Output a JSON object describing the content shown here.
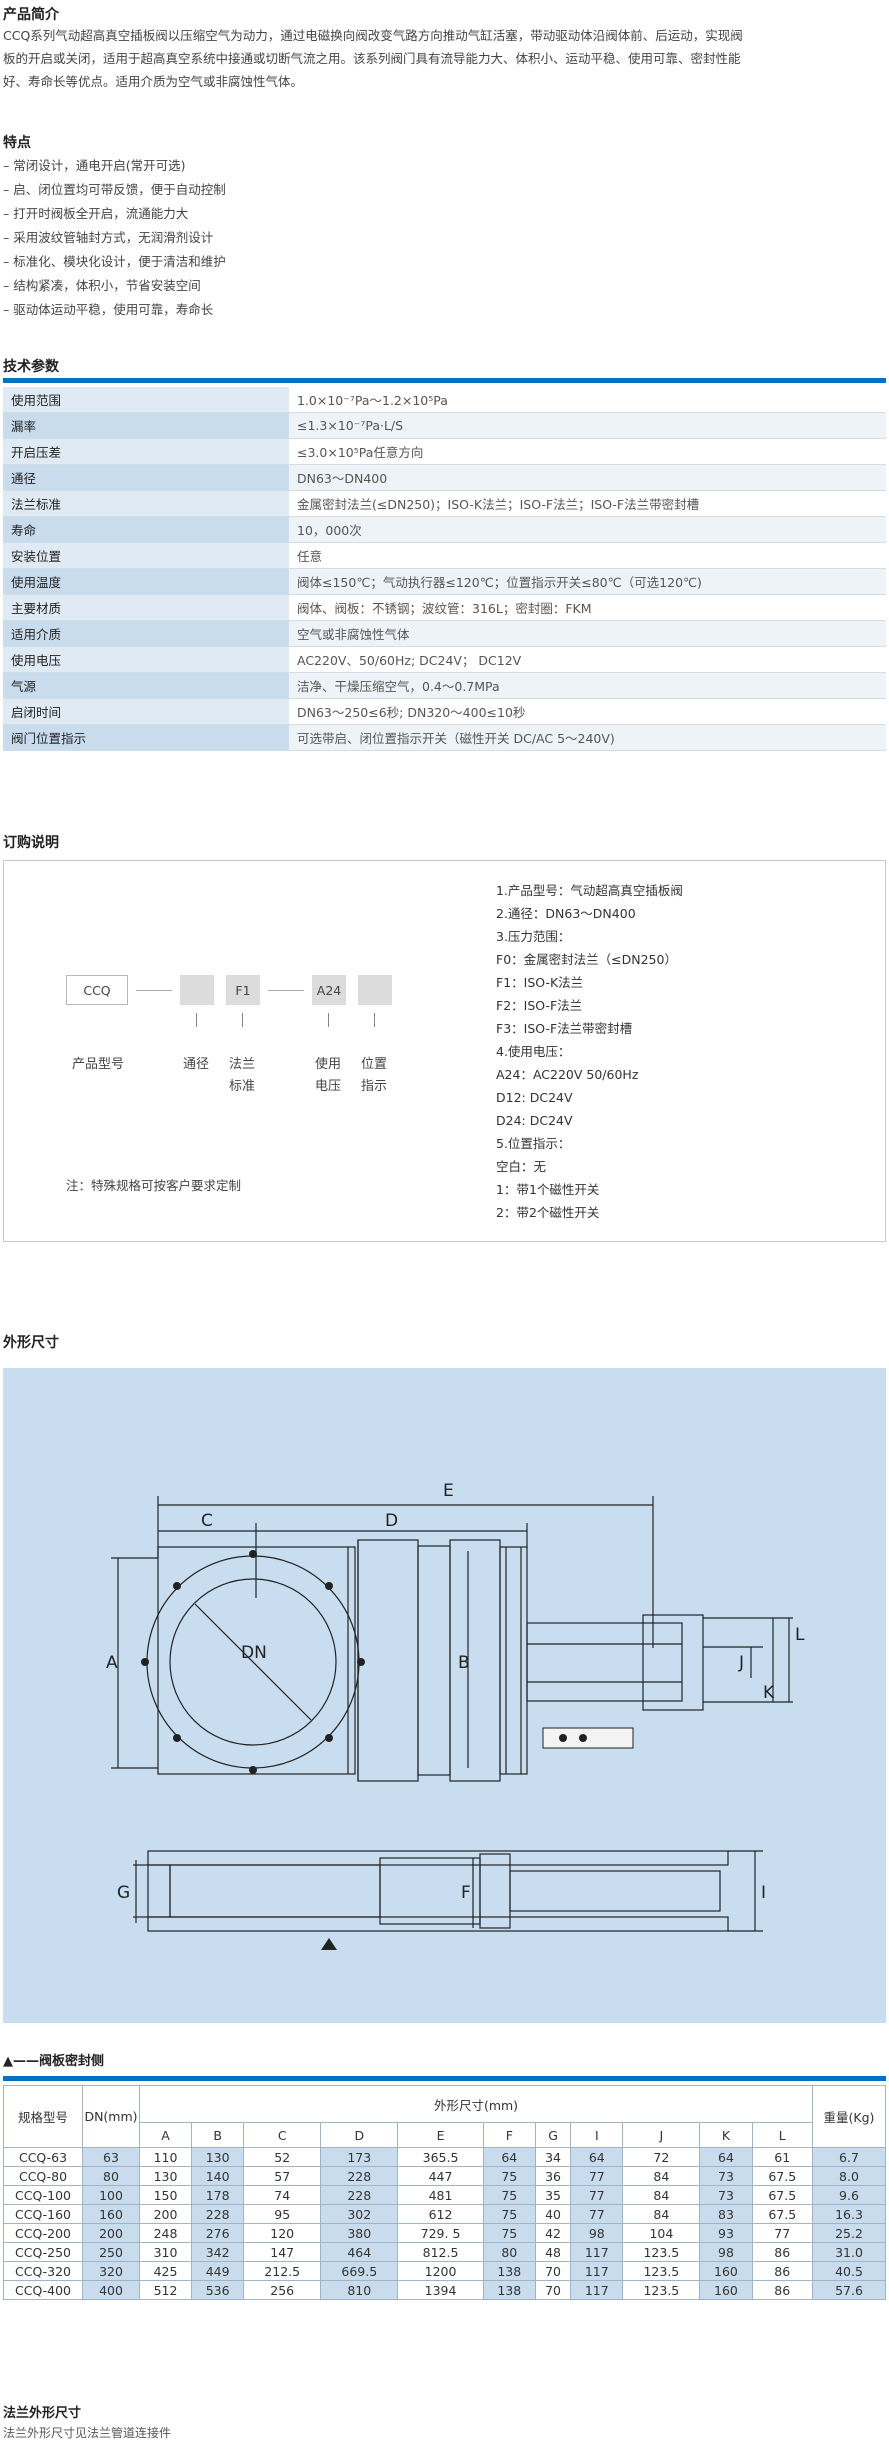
{
  "intro": {
    "title": "产品简介",
    "lines": [
      "CCQ系列气动超高真空插板阀以压缩空气为动力，通过电磁换向阀改变气路方向推动气缸活塞，带动驱动体沿阀体前、后运动，实现阀",
      "板的开启或关闭，适用于超高真空系统中接通或切断气流之用。该系列阀门具有流导能力大、体积小、运动平稳、使用可靠、密封性能",
      "好、寿命长等优点。适用介质为空气或非腐蚀性气体。"
    ]
  },
  "features": {
    "title": "特点",
    "items": [
      "常闭设计，通电开启(常开可选)",
      "启、闭位置均可带反馈，便于自动控制",
      "打开时阀板全开启，流通能力大",
      "采用波纹管轴封方式，无润滑剂设计",
      "标准化、模块化设计，便于清洁和维护",
      "结构紧凑，体积小，节省安装空间",
      "驱动体运动平稳，使用可靠，寿命长"
    ]
  },
  "specs": {
    "title": "技术参数",
    "rows": [
      {
        "k": "使用范围",
        "v": "1.0×10⁻⁷Pa～1.2×10⁵Pa"
      },
      {
        "k": "漏率",
        "v": "≤1.3×10⁻⁷Pa·L/S"
      },
      {
        "k": "开启压差",
        "v": "≤3.0×10⁵Pa任意方向"
      },
      {
        "k": "通径",
        "v": "DN63～DN400"
      },
      {
        "k": "法兰标准",
        "v": "金属密封法兰(≤DN250)；ISO-K法兰；ISO-F法兰；ISO-F法兰带密封槽"
      },
      {
        "k": "寿命",
        "v": "10，000次"
      },
      {
        "k": "安装位置",
        "v": "任意"
      },
      {
        "k": "使用温度",
        "v": "阀体≤150℃；气动执行器≤120℃；位置指示开关≤80℃（可选120℃)"
      },
      {
        "k": "主要材质",
        "v": "阀体、阀板：不锈钢；波纹管：316L；密封圈：FKM"
      },
      {
        "k": "适用介质",
        "v": "空气或非腐蚀性气体"
      },
      {
        "k": "使用电压",
        "v": "AC220V、50/60Hz; DC24V；  DC12V"
      },
      {
        "k": "气源",
        "v": "洁净、干燥压缩空气，0.4～0.7MPa"
      },
      {
        "k": "启闭时间",
        "v": "DN63～250≤6秒; DN320～400≤10秒"
      },
      {
        "k": "阀门位置指示",
        "v": "可选带启、闭位置指示开关（磁性开关 DC/AC 5～240V)"
      }
    ]
  },
  "order": {
    "title": "订购说明",
    "codes": {
      "c1": "CCQ",
      "c2": "",
      "c3": "F1",
      "c4": "A24",
      "c5": ""
    },
    "labels": {
      "l1": "产品型号",
      "l2": "通径",
      "l3a": "法兰",
      "l3b": "标准",
      "l4a": "使用",
      "l4b": "电压",
      "l5a": "位置",
      "l5b": "指示"
    },
    "note": "注：特殊规格可按客户要求定制",
    "list": [
      "1.产品型号：气动超高真空插板阀",
      "2.通径：DN63～DN400",
      "3.压力范围：",
      "F0：金属密封法兰（≤DN250）",
      "F1：ISO-K法兰",
      "F2：ISO-F法兰",
      "F3：ISO-F法兰带密封槽",
      "4.使用电压：",
      "A24：AC220V 50/60Hz",
      "D12: DC24V",
      "D24: DC24V",
      "5.位置指示：",
      "空白：无",
      "1：带1个磁性开关",
      "2：带2个磁性开关"
    ]
  },
  "drawing": {
    "title": "外形尺寸",
    "labels": {
      "E": "E",
      "C": "C",
      "D": "D",
      "A": "A",
      "B": "B",
      "DN": "DN",
      "J": "J",
      "L": "L",
      "K": "K",
      "G": "G",
      "F": "F",
      "I": "I"
    }
  },
  "seal": {
    "title": "——阀板密封侧",
    "mark": "▲"
  },
  "dims": {
    "h_model": "规格型号",
    "h_dn": "DN(mm)",
    "h_size": "外形尺寸(mm)",
    "h_weight": "重量(Kg)",
    "cols": [
      "A",
      "B",
      "C",
      "D",
      "E",
      "F",
      "G",
      "I",
      "J",
      "K",
      "L"
    ],
    "rows": [
      [
        "CCQ-63",
        "63",
        "110",
        "130",
        "52",
        "173",
        "365.5",
        "64",
        "34",
        "64",
        "72",
        "64",
        "61",
        "6.7"
      ],
      [
        "CCQ-80",
        "80",
        "130",
        "140",
        "57",
        "228",
        "447",
        "75",
        "36",
        "77",
        "84",
        "73",
        "67.5",
        "8.0"
      ],
      [
        "CCQ-100",
        "100",
        "150",
        "178",
        "74",
        "228",
        "481",
        "75",
        "35",
        "77",
        "84",
        "73",
        "67.5",
        "9.6"
      ],
      [
        "CCQ-160",
        "160",
        "200",
        "228",
        "95",
        "302",
        "612",
        "75",
        "40",
        "77",
        "84",
        "83",
        "67.5",
        "16.3"
      ],
      [
        "CCQ-200",
        "200",
        "248",
        "276",
        "120",
        "380",
        "729. 5",
        "75",
        "42",
        "98",
        "104",
        "93",
        "77",
        "25.2"
      ],
      [
        "CCQ-250",
        "250",
        "310",
        "342",
        "147",
        "464",
        "812.5",
        "80",
        "48",
        "117",
        "123.5",
        "98",
        "86",
        "31.0"
      ],
      [
        "CCQ-320",
        "320",
        "425",
        "449",
        "212.5",
        "669.5",
        "1200",
        "138",
        "70",
        "117",
        "123.5",
        "160",
        "86",
        "40.5"
      ],
      [
        "CCQ-400",
        "400",
        "512",
        "536",
        "256",
        "810",
        "1394",
        "138",
        "70",
        "117",
        "123.5",
        "160",
        "86",
        "57.6"
      ]
    ]
  },
  "flange": {
    "title": "法兰外形尺寸",
    "note": "法兰外形尺寸见法兰管道连接件"
  }
}
